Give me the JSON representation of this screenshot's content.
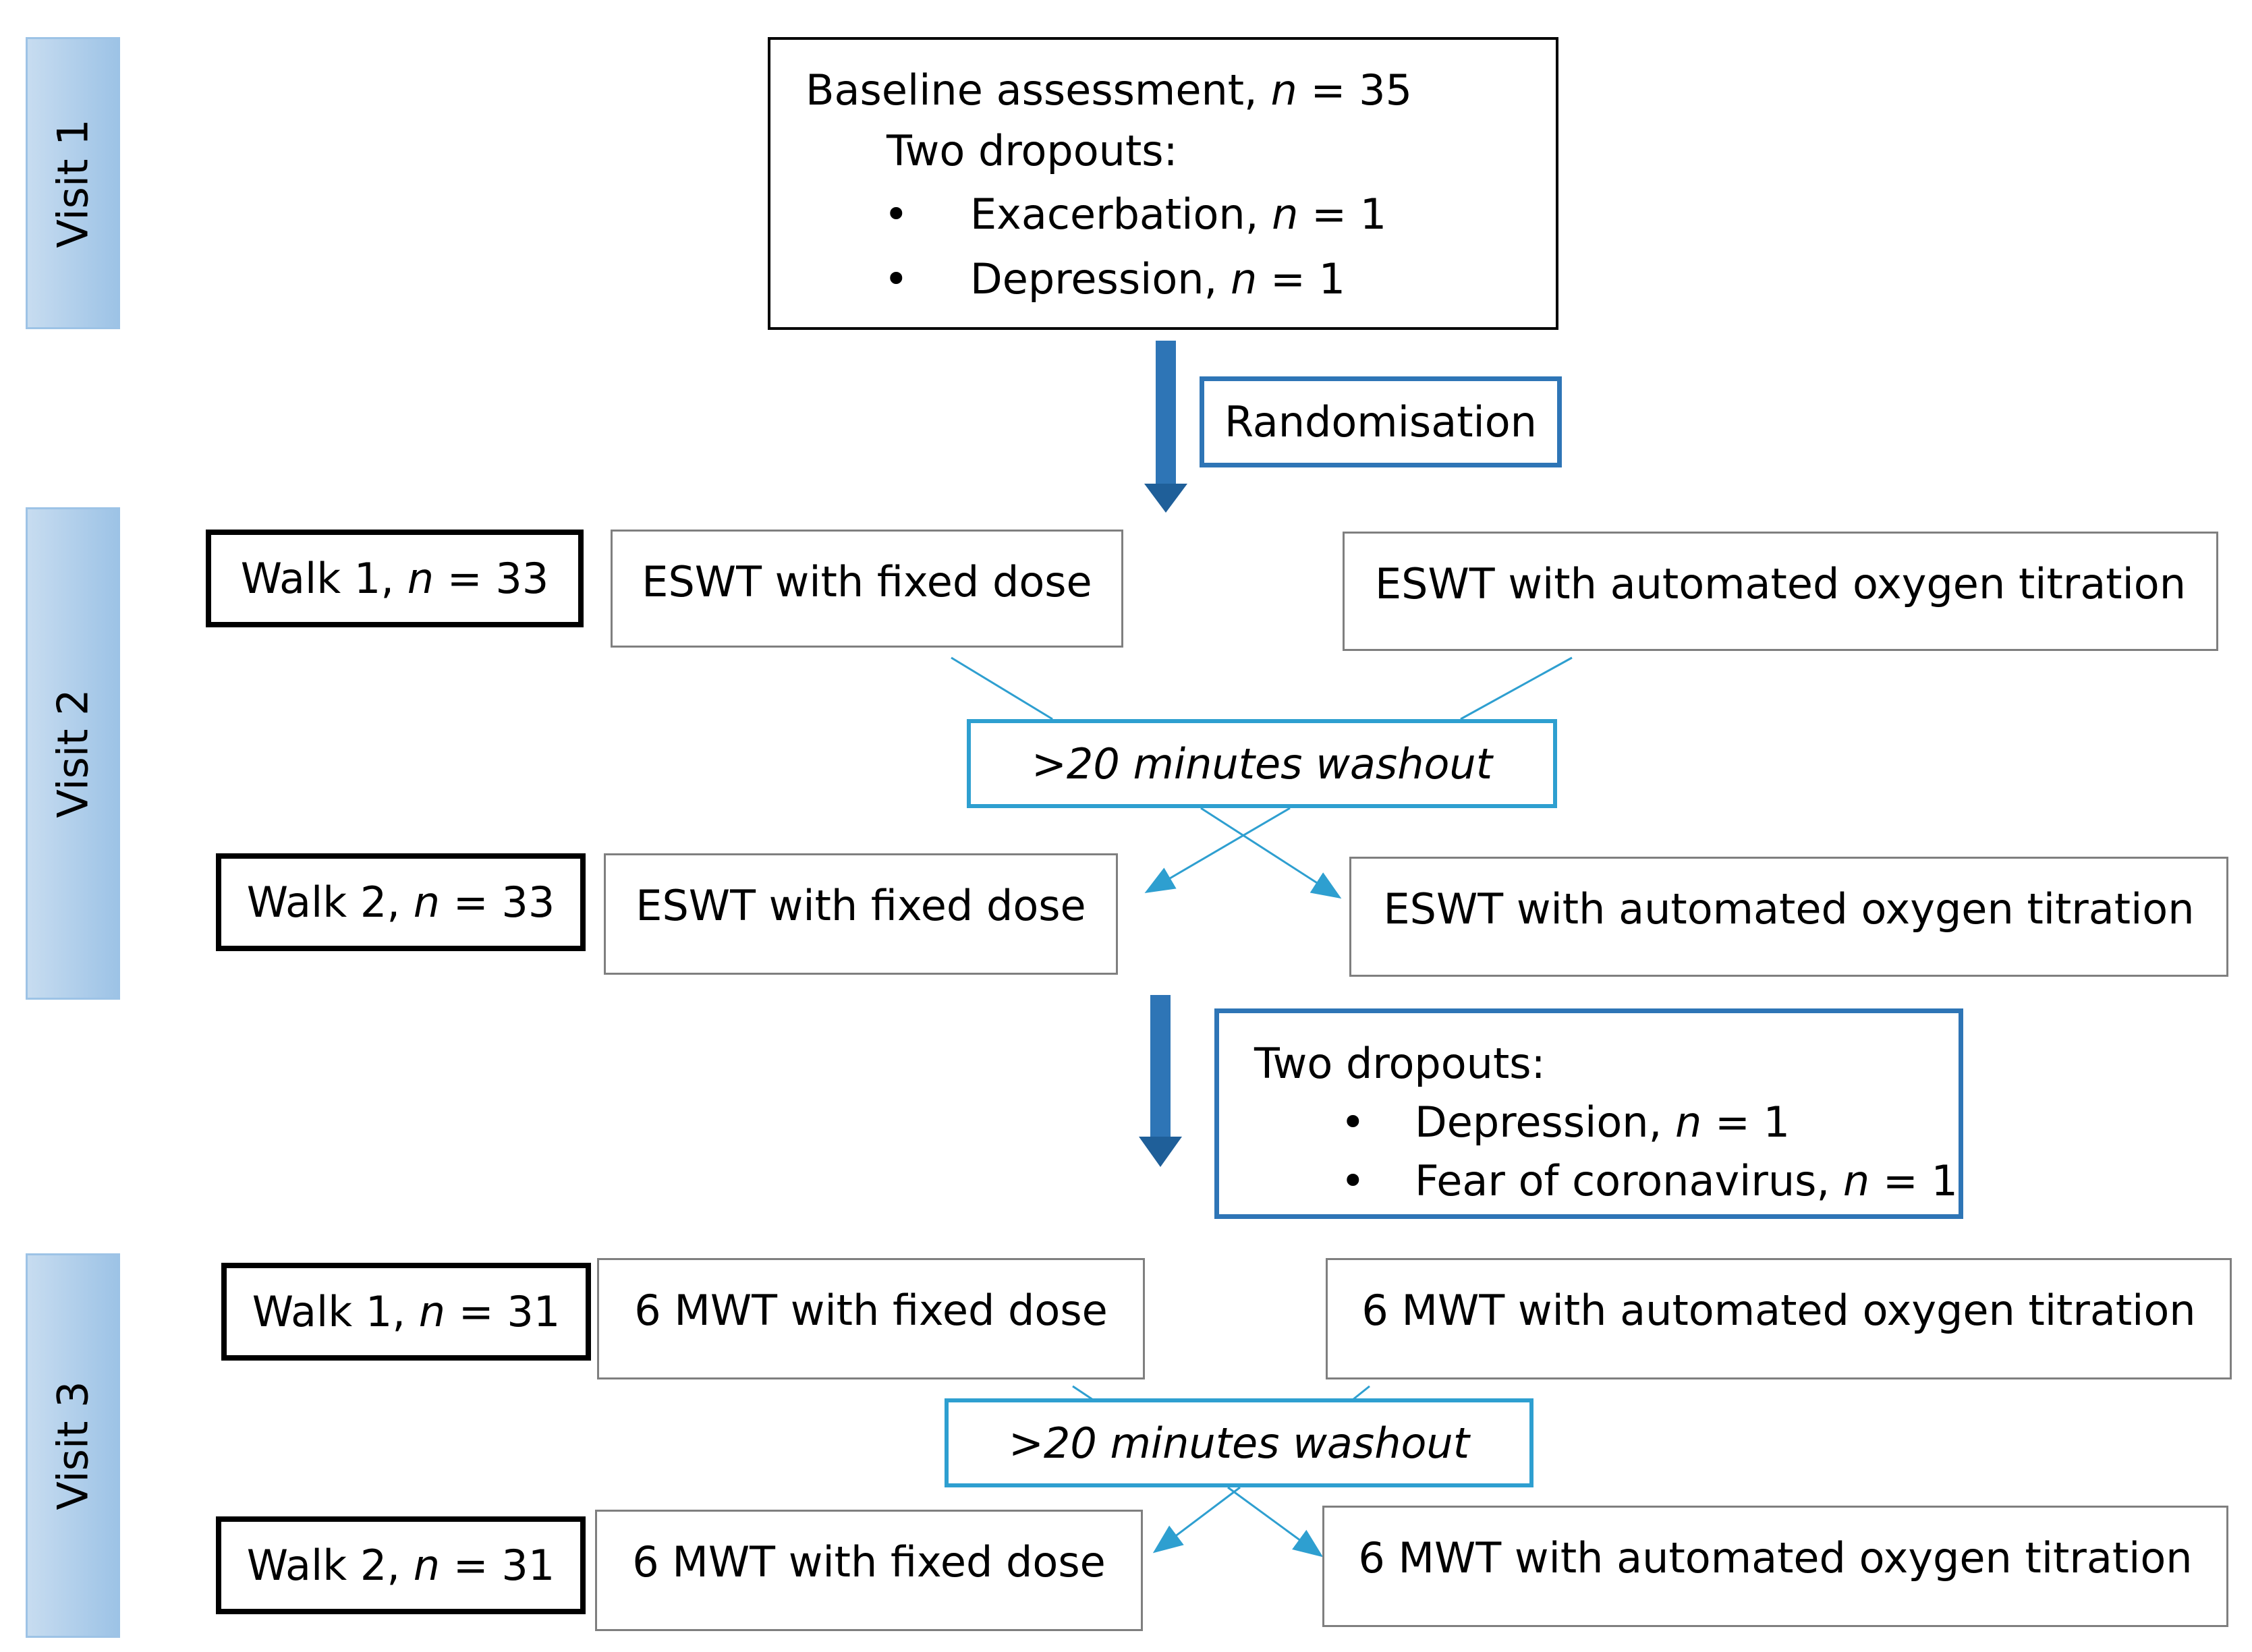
{
  "visits": [
    "Visit 1",
    "Visit 2",
    "Visit 3"
  ],
  "baseline": {
    "title": "Baseline assessment, ",
    "title_n": "n",
    "title_val": " = 35",
    "dropouts_label": "Two dropouts:",
    "bullet": "•",
    "items": [
      {
        "text": "Exacerbation, ",
        "n": "n",
        "val": " = 1"
      },
      {
        "text": "Depression, ",
        "n": "n",
        "val": " = 1"
      }
    ]
  },
  "randomisation": "Randomisation",
  "visit2": {
    "walk1": {
      "text": "Walk 1, ",
      "n": "n",
      "val": " = 33"
    },
    "walk2": {
      "text": "Walk 2, ",
      "n": "n",
      "val": " = 33"
    },
    "fixed": "ESWT with fixed dose",
    "auto": "ESWT with automated oxygen titration",
    "washout": ">20 minutes washout"
  },
  "dropouts2": {
    "label": "Two dropouts:",
    "bullet": "•",
    "items": [
      {
        "text": "Depression, ",
        "n": "n",
        "val": " = 1"
      },
      {
        "text": "Fear of coronavirus, ",
        "n": "n",
        "val": " = 1"
      }
    ]
  },
  "visit3": {
    "walk1": {
      "text": "Walk 1, ",
      "n": "n",
      "val": " = 31"
    },
    "walk2": {
      "text": "Walk 2, ",
      "n": "n",
      "val": " = 31"
    },
    "fixed": "6 MWT with fixed dose",
    "auto": "6 MWT with automated oxygen titration",
    "washout": ">20 minutes washout"
  },
  "colors": {
    "arrow": "#2e75b6",
    "connector": "#2e9fd0",
    "visit_bar": "#9dc3e6"
  }
}
